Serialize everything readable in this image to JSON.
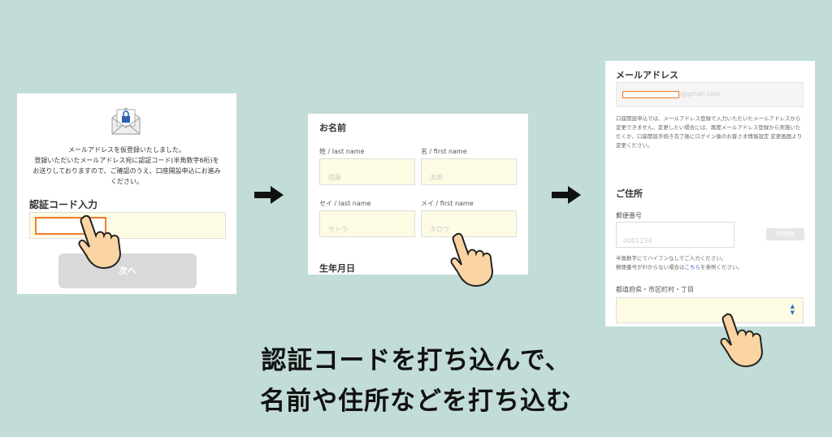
{
  "step1": {
    "message_lines": [
      "メールアドレスを仮登録いたしました。",
      "登録いただいたメールアドレス宛に認証コード(半角数字6桁)を",
      "お送りしておりますので、ご確認のうえ、口座開設申込にお進み",
      "ください。"
    ],
    "code_label": "認証コード入力",
    "next_button": "次へ"
  },
  "step2": {
    "section_title": "お名前",
    "fields": [
      {
        "label": "姓 / last name",
        "placeholder": "佐藤"
      },
      {
        "label": "名 / first name",
        "placeholder": "太郎"
      },
      {
        "label": "セイ / last name",
        "placeholder": "サトウ"
      },
      {
        "label": "メイ / first name",
        "placeholder": "タロウ"
      }
    ],
    "next_section": "生年月日"
  },
  "step3": {
    "email_title": "メールアドレス",
    "email_suffix": "@gmail.com",
    "email_note": "口座開設申込では、メールアドレス登録で入力いただいたメールアドレスから変更できません。変更したい場合には、再度メールアドレス登録から実施いただくか、口座開設手続き完了後にログイン後のお客さま情報設定 変更画面より変更ください。",
    "address_title": "ご住所",
    "postal_label": "郵便番号",
    "postal_placeholder": "0001234",
    "search_button": "住所検索",
    "postal_note1": "半角数字にてハイフンなしでご入力ください。",
    "postal_note2_pre": "郵便番号がわからない場合は",
    "postal_note2_link": "こちら",
    "postal_note2_post": "を参照ください。",
    "prefecture_label": "都道府県・市区町村・丁目"
  },
  "caption": {
    "line1": "認証コードを打ち込んで、",
    "line2": "名前や住所などを打ち込む"
  },
  "colors": {
    "background": "#c2dcd8",
    "highlight": "#f07a2a",
    "input_yellow": "#fdfbe3",
    "link": "#3a5fb0"
  }
}
